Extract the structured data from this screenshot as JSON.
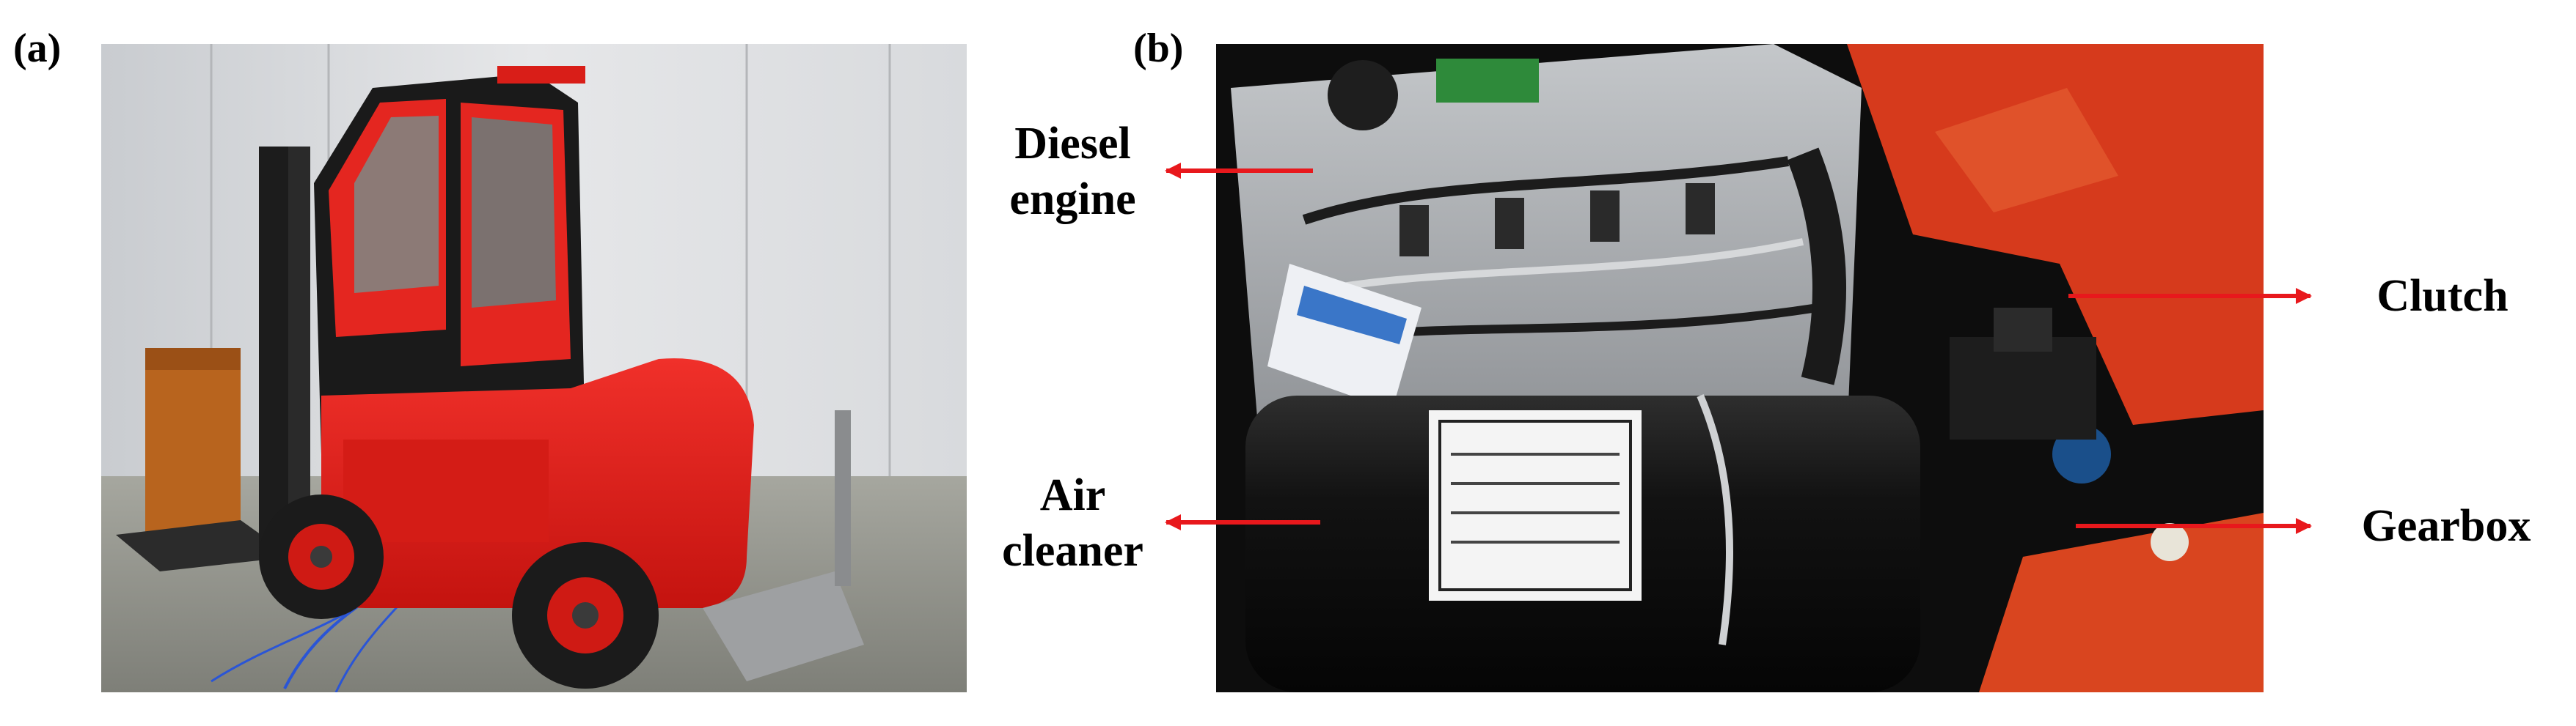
{
  "figure": {
    "panel_a_label": "(a)",
    "panel_b_label": "(b)",
    "callouts": {
      "diesel_engine_line1": "Diesel",
      "diesel_engine_line2": "engine",
      "air_cleaner_line1": "Air",
      "air_cleaner_line2": "cleaner",
      "clutch": "Clutch",
      "gearbox": "Gearbox"
    },
    "colors": {
      "forklift_red": "#e0201c",
      "arrow_red": "#e8181c",
      "engine_grey": "#a9acb0",
      "air_cleaner_black": "#141414"
    },
    "icons": [
      "forklift-photo",
      "engine-bay-photo",
      "arrow-icon"
    ]
  }
}
